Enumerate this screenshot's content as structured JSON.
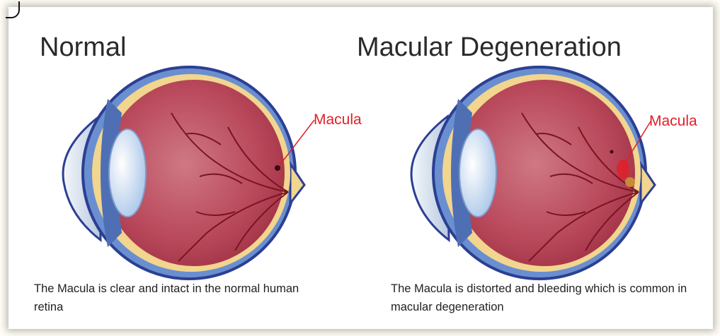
{
  "panels": {
    "normal": {
      "title": "Normal",
      "label": "Macula",
      "caption": "The Macula is clear and intact in the normal human retina"
    },
    "degenerated": {
      "title": "Macular Degeneration",
      "label": "Macula",
      "caption": "The Macula is distorted and bleeding which is common in macular degeneration"
    }
  },
  "colors": {
    "sclera_outline": "#2c3f93",
    "choroid_band": "#6a8fd0",
    "retina_band": "#f2d58f",
    "vitreous": "#b03a4d",
    "vitreous_light": "#cf7884",
    "vessels": "#7a1422",
    "lens": "#dfe9f5",
    "label_red": "#e0202a"
  }
}
